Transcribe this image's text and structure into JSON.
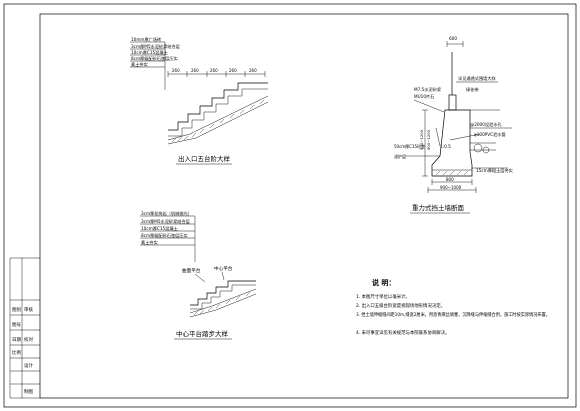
{
  "stair_detail": {
    "layers": [
      "10mm厚广场砖",
      "3cm厚M5水泥砂浆结合层",
      "10cm厚C15混凝土",
      "8cm厚级配砂石垫层压实",
      "素土夯实"
    ],
    "dims": [
      "260",
      "260",
      "260",
      "260",
      "260"
    ],
    "title": "出入口五台阶大样"
  },
  "platform_detail": {
    "layers": [
      "3cm厚花岗岩（机械抛光）",
      "3cm厚M5水泥砂浆结合层",
      "10cm厚C15混凝土",
      "8cm厚级配砂石垫层压实",
      "素土夯实"
    ],
    "labels": {
      "left": "曲面平台",
      "right": "中心平台"
    },
    "title": "中心平台踏步大样"
  },
  "wall_detail": {
    "top_dim": "600",
    "labels": [
      "详见通透式围墙大样",
      "M7.5水泥砂浆",
      "MU10片石",
      "绿化带",
      "@2000设泄水孔",
      "1:0.5",
      "φ100PVC泄水管",
      "50cm厚C15砼垫",
      "滤护层",
      "15cm厚粗土层夯实"
    ],
    "height_dims": [
      "900~1200",
      "900~1200"
    ],
    "bottom_dims": [
      "900~1000",
      "800"
    ],
    "title": "重力式挡土墙断面"
  },
  "notes": {
    "heading": "说  明：",
    "items": [
      "1. 本图尺寸单位以毫米计。",
      "2. 出入口五级台阶宽度视现场地形情况决定。",
      "3. 挡土墙伸缩缝间距10m,缝宽2厘米，用沥青麻丝填塞，沉降缝与伸缩缝合用，施工时按实际情况布置。",
      "4. 未尽事宜详见有关规范与本院联系协商解决。"
    ]
  },
  "title_block": {
    "cells": [
      "图别",
      "图号",
      "日期",
      "比例",
      "审核",
      "校对",
      "设计",
      "制图"
    ]
  }
}
